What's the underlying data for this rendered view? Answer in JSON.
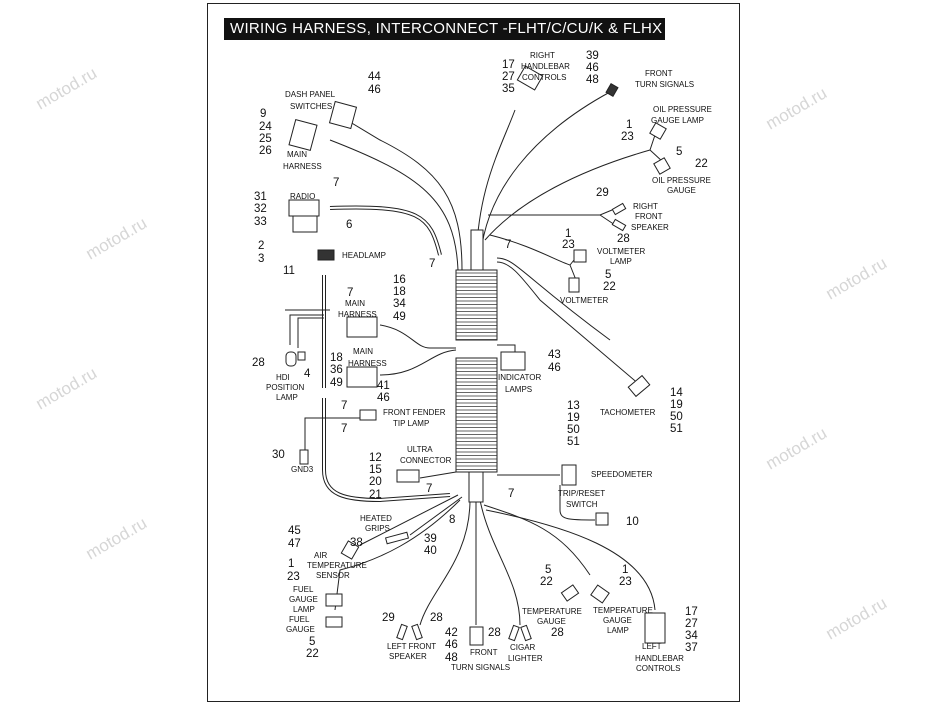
{
  "title": "WIRING HARNESS, INTERCONNECT -FLHT/C/CU/K & FLHX",
  "watermark": "motod.ru",
  "labels": [
    "DASH PANEL",
    "SWITCHES",
    "44",
    "46",
    "9",
    "24",
    "25",
    "26",
    "MAIN",
    "HARNESS",
    "RADIO",
    "7",
    "31",
    "32",
    "33",
    "6",
    "2",
    "3",
    "11",
    "HEADLAMP",
    "7",
    "MAIN",
    "HARNESS",
    "16",
    "18",
    "34",
    "49",
    "28",
    "HDI",
    "POSITION",
    "LAMP",
    "4",
    "18",
    "36",
    "49",
    "MAIN",
    "HARNESS",
    "41",
    "46",
    "7",
    "7",
    "FRONT FENDER",
    "TIP LAMP",
    "30",
    "GND3",
    "ULTRA",
    "CONNECTOR",
    "12",
    "15",
    "20",
    "21",
    "7",
    "7",
    "8",
    "HEATED",
    "GRIPS",
    "38",
    "39",
    "40",
    "45",
    "47",
    "AIR",
    "TEMPERATURE",
    "SENSOR",
    "1",
    "23",
    "FUEL",
    "GAUGE",
    "LAMP",
    "FUEL",
    "GAUGE",
    "5",
    "22",
    "29",
    "28",
    "LEFT FRONT",
    "SPEAKER",
    "42",
    "46",
    "48",
    "FRONT",
    "TURN SIGNALS",
    "28",
    "28",
    "CIGAR",
    "LIGHTER",
    "TEMPERATURE",
    "GAUGE",
    "5",
    "22",
    "1",
    "23",
    "TEMPERATURE",
    "GAUGE",
    "LAMP",
    "17",
    "27",
    "34",
    "37",
    "LEFT",
    "HANDLEBAR",
    "CONTROLS",
    "TRIP/RESET",
    "SWITCH",
    "10",
    "SPEEDOMETER",
    "13",
    "19",
    "50",
    "51",
    "TACHOMETER",
    "14",
    "19",
    "50",
    "51",
    "INDICATOR",
    "LAMPS",
    "43",
    "46",
    "VOLTMETER",
    "5",
    "22",
    "VOLTMETER",
    "LAMP",
    "1",
    "23",
    "28",
    "RIGHT",
    "FRONT",
    "SPEAKER",
    "29",
    "OIL PRESSURE",
    "GAUGE",
    "5",
    "22",
    "OIL PRESSURE",
    "GAUGE LAMP",
    "1",
    "23",
    "39",
    "46",
    "48",
    "FRONT",
    "TURN SIGNALS",
    "17",
    "27",
    "35",
    "RIGHT",
    "HANDLEBAR",
    "CONTROLS",
    "7",
    "7"
  ]
}
